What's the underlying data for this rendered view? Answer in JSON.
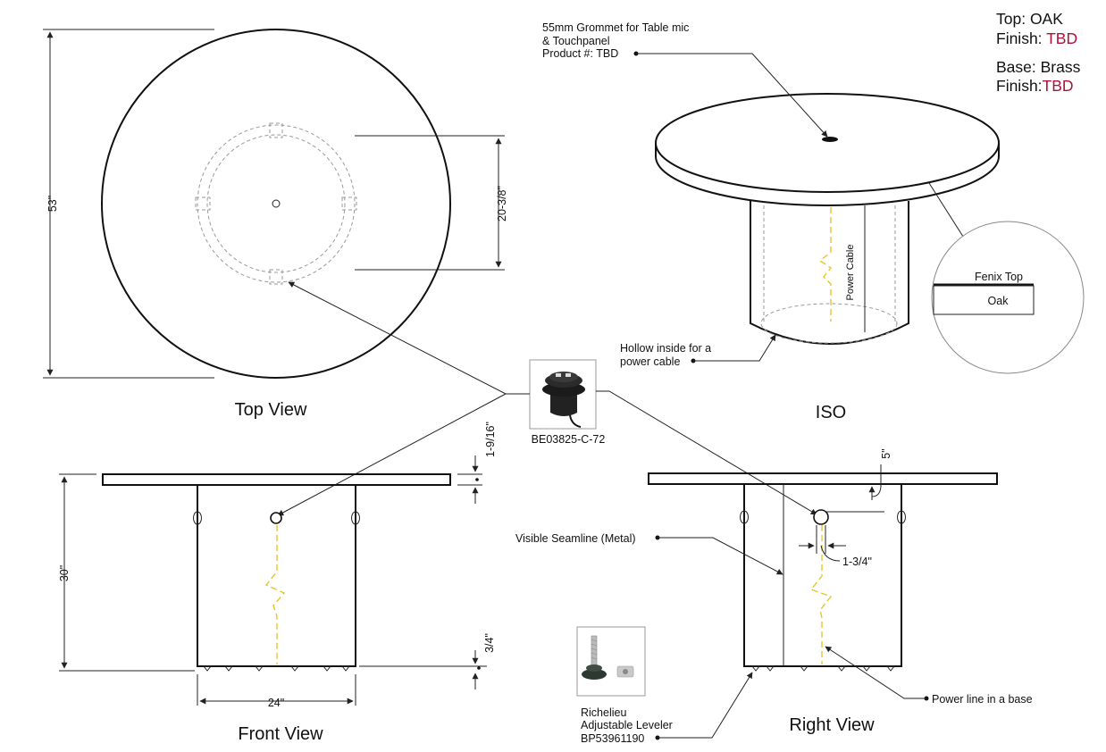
{
  "spec": {
    "top_label": "Top: OAK",
    "top_finish_label": "Finish:",
    "top_finish_value": "TBD",
    "base_label": "Base: Brass",
    "base_finish_label": "Finish:",
    "base_finish_value": "TBD"
  },
  "views": {
    "top": "Top View",
    "iso": "ISO",
    "front": "Front View",
    "right": "Right View"
  },
  "dimensions": {
    "diameter": "53\"",
    "base_diameter": "20-3/8\"",
    "top_thickness": "1-9/16\"",
    "height": "30\"",
    "base_width": "24\"",
    "leveler_gap": "3/4\"",
    "grommet_offset": "5\"",
    "grommet_size": "1-3/4\""
  },
  "callouts": {
    "grommet_line1": "55mm Grommet for Table mic",
    "grommet_line2": "& Touchpanel",
    "grommet_line3": "Product #: TBD",
    "hollow_line1": "Hollow inside for a",
    "hollow_line2": "power cable",
    "power_cable": "Power Cable",
    "fenix_top": "Fenix Top",
    "oak": "Oak",
    "grommet_product": "BE03825-C-72",
    "seamline": "Visible Seamline (Metal)",
    "power_line": "Power line in a base",
    "leveler_line1": "Richelieu",
    "leveler_line2": "Adjustable Leveler",
    "leveler_line3": "BP53961190"
  },
  "colors": {
    "accent_tbd": "#b0103a",
    "cable": "#e6c31a"
  }
}
